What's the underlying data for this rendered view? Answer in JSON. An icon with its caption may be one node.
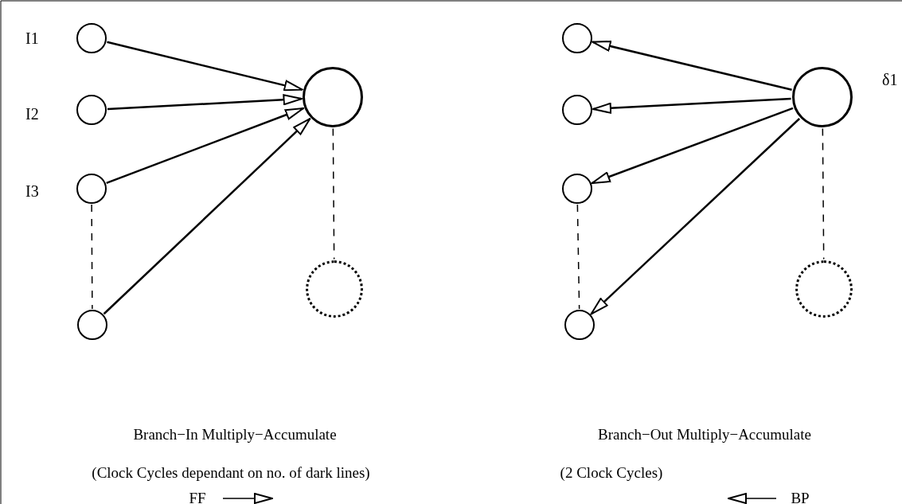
{
  "diagram": {
    "nodes": [
      {
        "text": [],
        "shape": "circle",
        "beside": [
          "I1"
        ]
      },
      {
        "text": [],
        "shape": "circle",
        "beside": [
          "I2"
        ]
      },
      {
        "text": [],
        "shape": "circle",
        "beside": [
          "I3"
        ]
      },
      {
        "text": [],
        "shape": "circle"
      },
      {
        "text": [],
        "shape": "circle"
      },
      {
        "text": [],
        "shape": "circle"
      },
      {
        "text": [],
        "shape": "circle"
      },
      {
        "text": [],
        "shape": "circle"
      },
      {
        "text": [],
        "shape": "circle"
      },
      {
        "text": [],
        "shape": "circle"
      },
      {
        "text": [],
        "shape": "circle",
        "beside": [
          "δ1"
        ]
      },
      {
        "text": [],
        "shape": "circle"
      }
    ],
    "edges": [
      {
        "from": 0,
        "to": 4,
        "arrow": "to"
      },
      {
        "from": 1,
        "to": 4,
        "arrow": "to"
      },
      {
        "from": 2,
        "to": 4,
        "arrow": "to"
      },
      {
        "from": 3,
        "to": 4,
        "arrow": "to"
      },
      {
        "from": 2,
        "to": 3,
        "arrow": "none",
        "style": "dashed"
      },
      {
        "from": 4,
        "to": 5,
        "arrow": "none",
        "style": "dashed"
      },
      {
        "from": 10,
        "to": 6,
        "arrow": "to"
      },
      {
        "from": 10,
        "to": 7,
        "arrow": "to"
      },
      {
        "from": 10,
        "to": 8,
        "arrow": "to"
      },
      {
        "from": 10,
        "to": 9,
        "arrow": "to"
      },
      {
        "from": 8,
        "to": 9,
        "arrow": "none",
        "style": "dashed"
      },
      {
        "from": 10,
        "to": 11,
        "arrow": "none",
        "style": "dashed"
      }
    ],
    "labels": [
      "Branch−In Multiply−Accumulate",
      "Branch−Out Multiply−Accumulate",
      "(Clock Cycles dependant on no. of dark lines)",
      "(2 Clock Cycles)",
      "FF",
      "BP"
    ]
  }
}
